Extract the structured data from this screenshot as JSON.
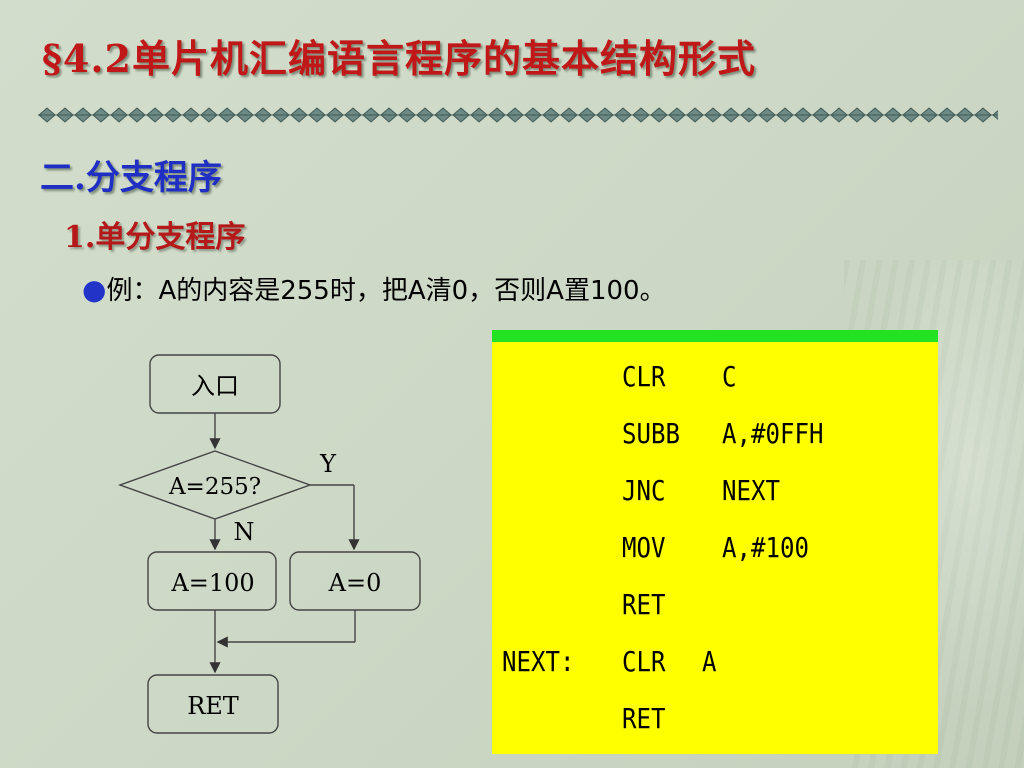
{
  "title": "§4.2单片机汇编语言程序的基本结构形式",
  "section": "二.分支程序",
  "subsection": "1.单分支程序",
  "example": {
    "bullet": "●",
    "text": "例：A的内容是255时，把A清0，否则A置100。"
  },
  "flowchart": {
    "entry": "入口",
    "decision": "A=255?",
    "yes_label": "Y",
    "no_label": "N",
    "no_branch": "A=100",
    "yes_branch": "A=0",
    "exit": "RET"
  },
  "code": [
    {
      "label": "",
      "op": "CLR",
      "arg": "C"
    },
    {
      "label": "",
      "op": "SUBB",
      "arg": "A,#0FFH"
    },
    {
      "label": "",
      "op": "JNC",
      "arg": "NEXT"
    },
    {
      "label": "",
      "op": "MOV",
      "arg": "A,#100"
    },
    {
      "label": "",
      "op": "RET",
      "arg": ""
    },
    {
      "label": "NEXT:",
      "op": "CLR",
      "arg": "A"
    },
    {
      "label": "",
      "op": "RET",
      "arg": ""
    }
  ],
  "colors": {
    "title": "#c01818",
    "section": "#1f2fc4",
    "subsection": "#b51818",
    "code_bg": "#ffff00",
    "code_top": "#22e222"
  }
}
